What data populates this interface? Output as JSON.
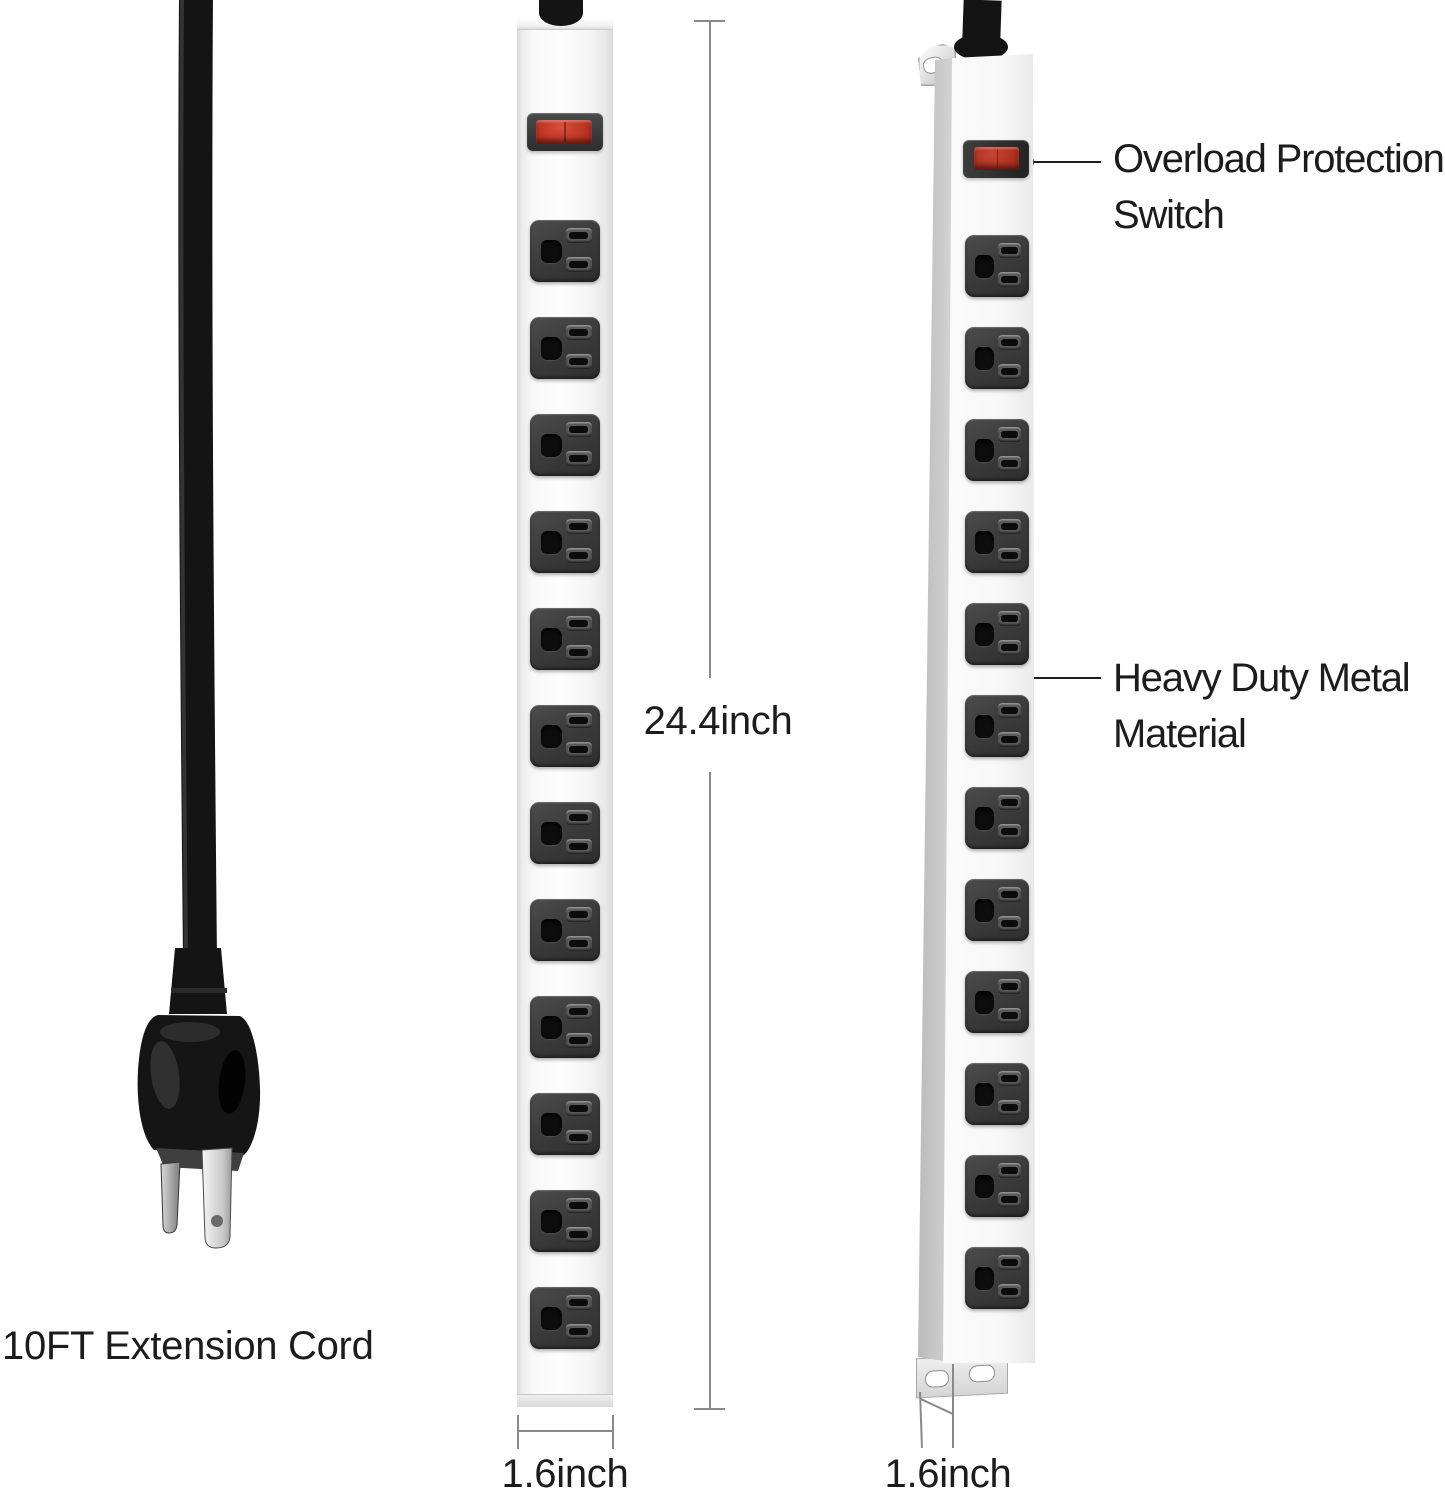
{
  "annotations": {
    "overload_callout": {
      "line1": "Overload Protection",
      "line2": "Switch"
    },
    "material_callout": {
      "line1": "Heavy Duty Metal",
      "line2": "Material"
    },
    "cord_label": "10FT Extension Cord",
    "height_dimension": "24.4inch",
    "front_width_dimension": "1.6inch",
    "side_width_dimension": "1.6inch"
  },
  "product": {
    "front_view": {
      "outlet_count": 12
    },
    "side_view": {
      "outlet_count": 12
    }
  },
  "colors": {
    "text": "#1c1c1c",
    "dimension_line": "#8a8a8a",
    "leader_line": "#1c1c1c",
    "switch_red": "#b5301f",
    "outlet_body": "#3c3c3c",
    "strip_body": "#f6f6f6",
    "cord_black": "#141414"
  }
}
